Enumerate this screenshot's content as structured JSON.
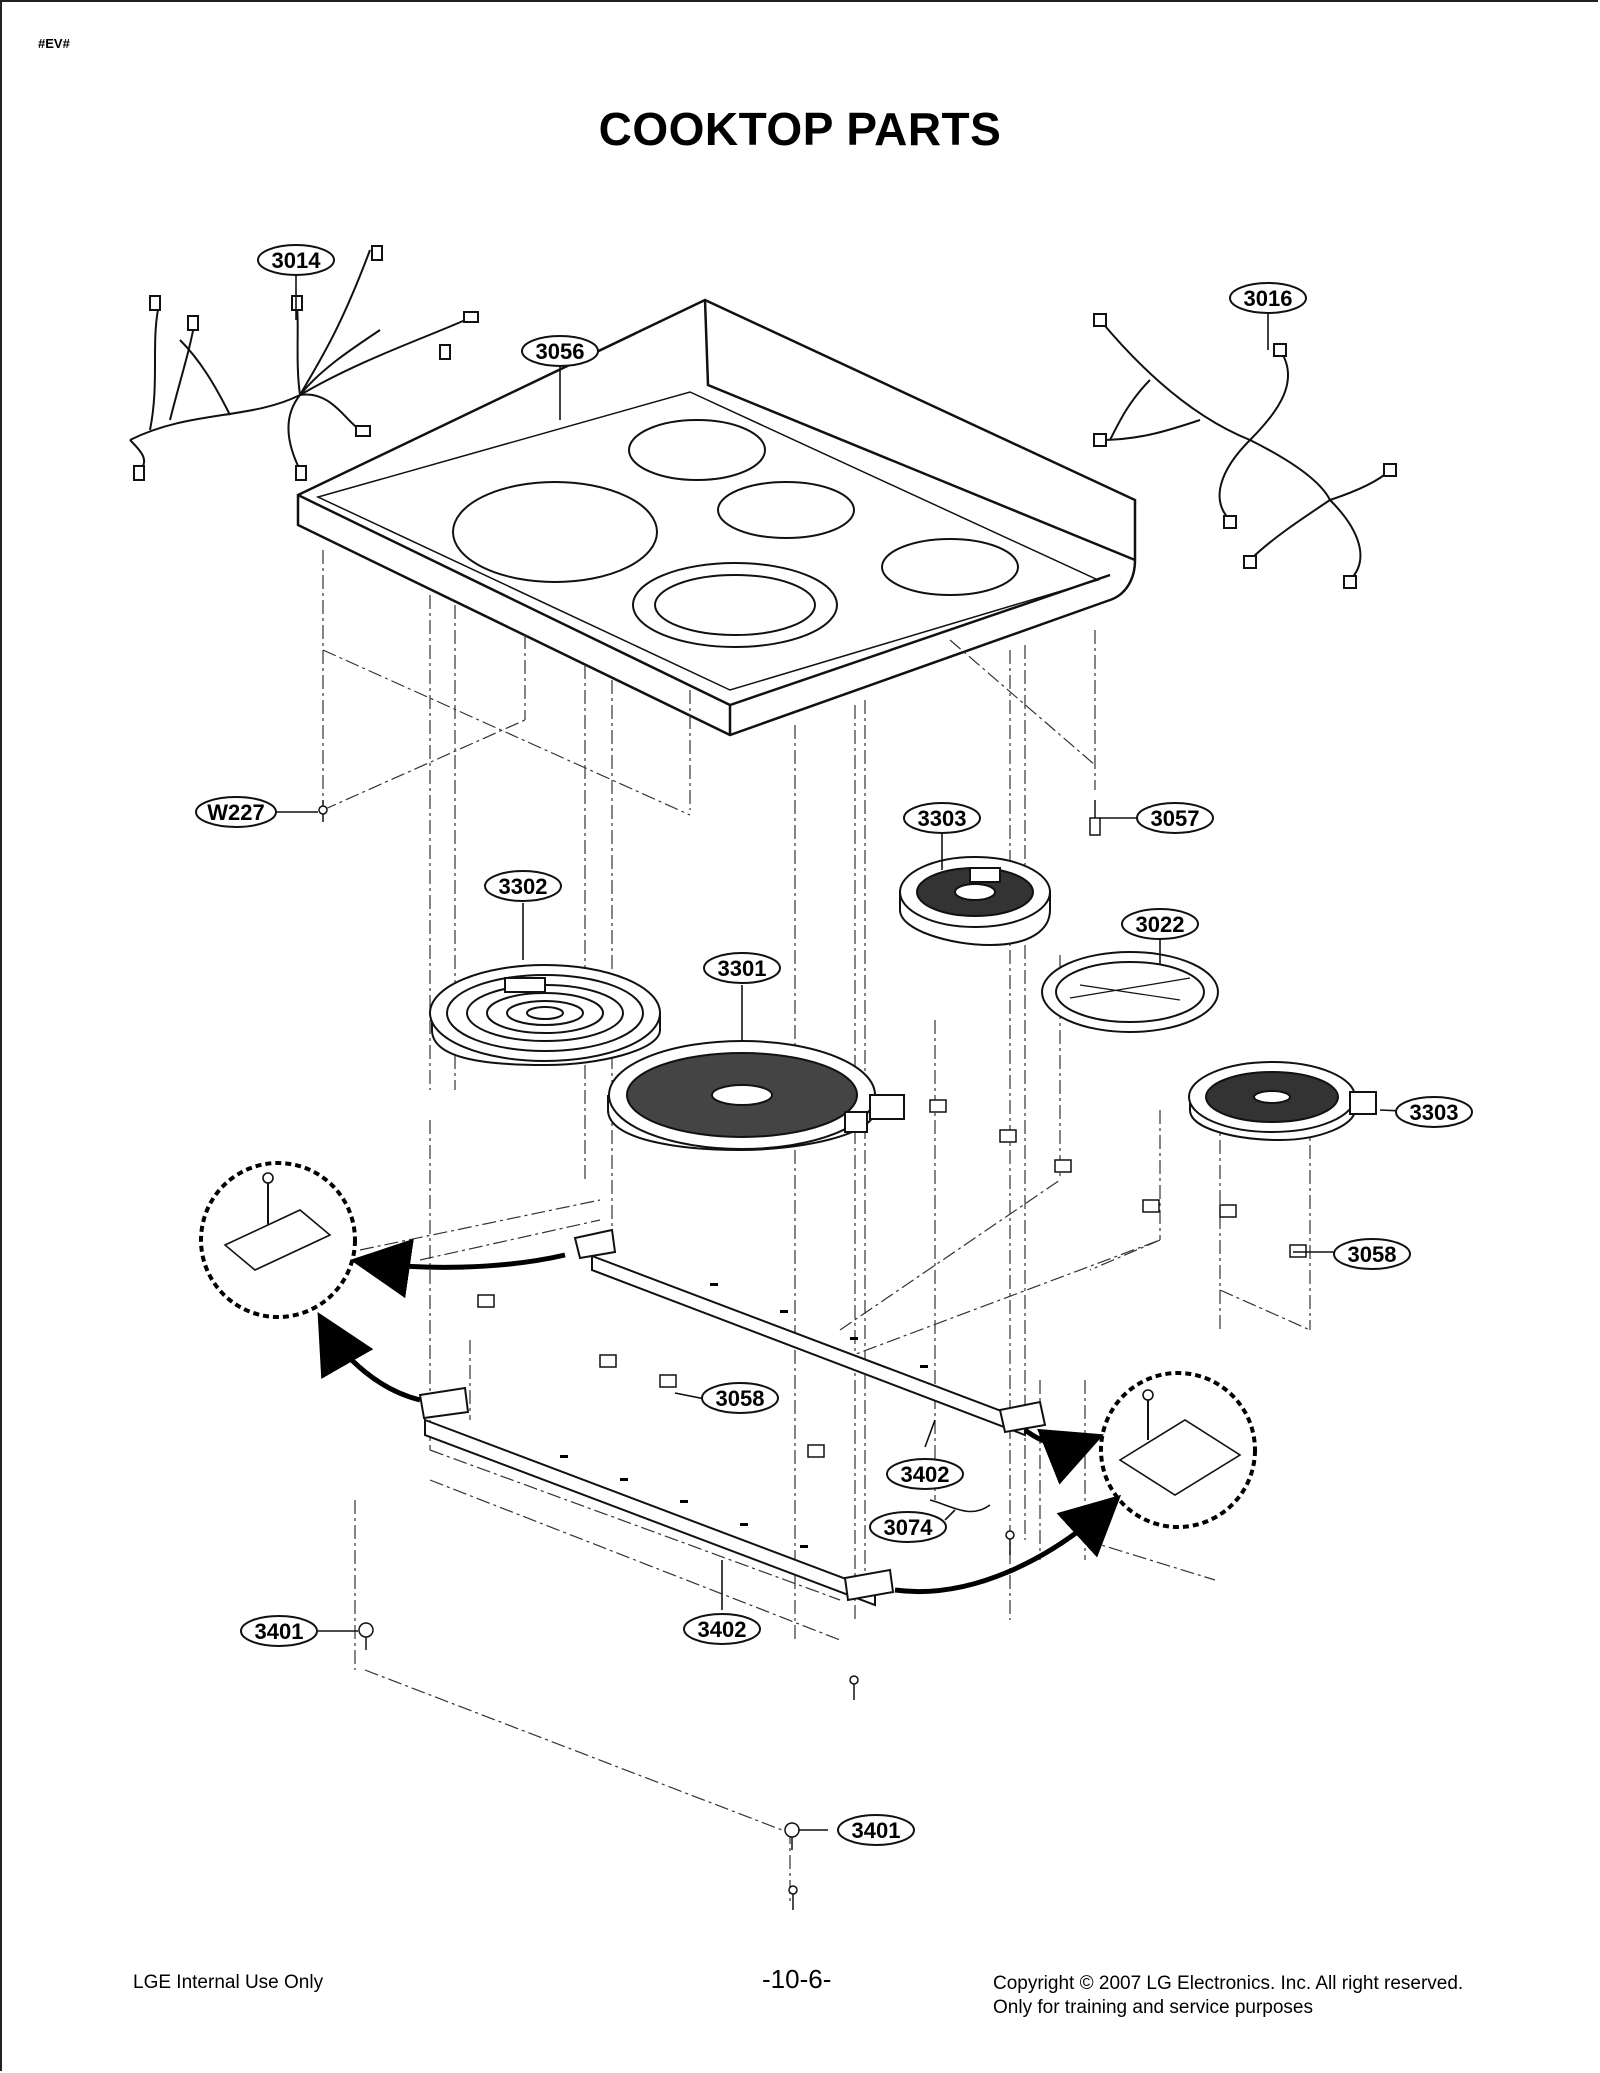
{
  "header": {
    "tag": "#EV#",
    "title": "COOKTOP PARTS"
  },
  "callouts": [
    {
      "id": "c-3014",
      "label": "3014"
    },
    {
      "id": "c-3056",
      "label": "3056"
    },
    {
      "id": "c-3016",
      "label": "3016"
    },
    {
      "id": "c-w227",
      "label": "W227"
    },
    {
      "id": "c-3303a",
      "label": "3303"
    },
    {
      "id": "c-3057",
      "label": "3057"
    },
    {
      "id": "c-3302",
      "label": "3302"
    },
    {
      "id": "c-3022",
      "label": "3022"
    },
    {
      "id": "c-3301",
      "label": "3301"
    },
    {
      "id": "c-3303b",
      "label": "3303"
    },
    {
      "id": "c-3058a",
      "label": "3058"
    },
    {
      "id": "c-3058b",
      "label": "3058"
    },
    {
      "id": "c-3402a",
      "label": "3402"
    },
    {
      "id": "c-3074",
      "label": "3074"
    },
    {
      "id": "c-3401a",
      "label": "3401"
    },
    {
      "id": "c-3402b",
      "label": "3402"
    },
    {
      "id": "c-3401b",
      "label": "3401"
    }
  ],
  "footer": {
    "left": "LGE Internal Use Only",
    "page": "-10-6-",
    "copyright_line1": "Copyright © 2007 LG Electronics. Inc. All right reserved.",
    "copyright_line2": "Only for training and service purposes"
  }
}
